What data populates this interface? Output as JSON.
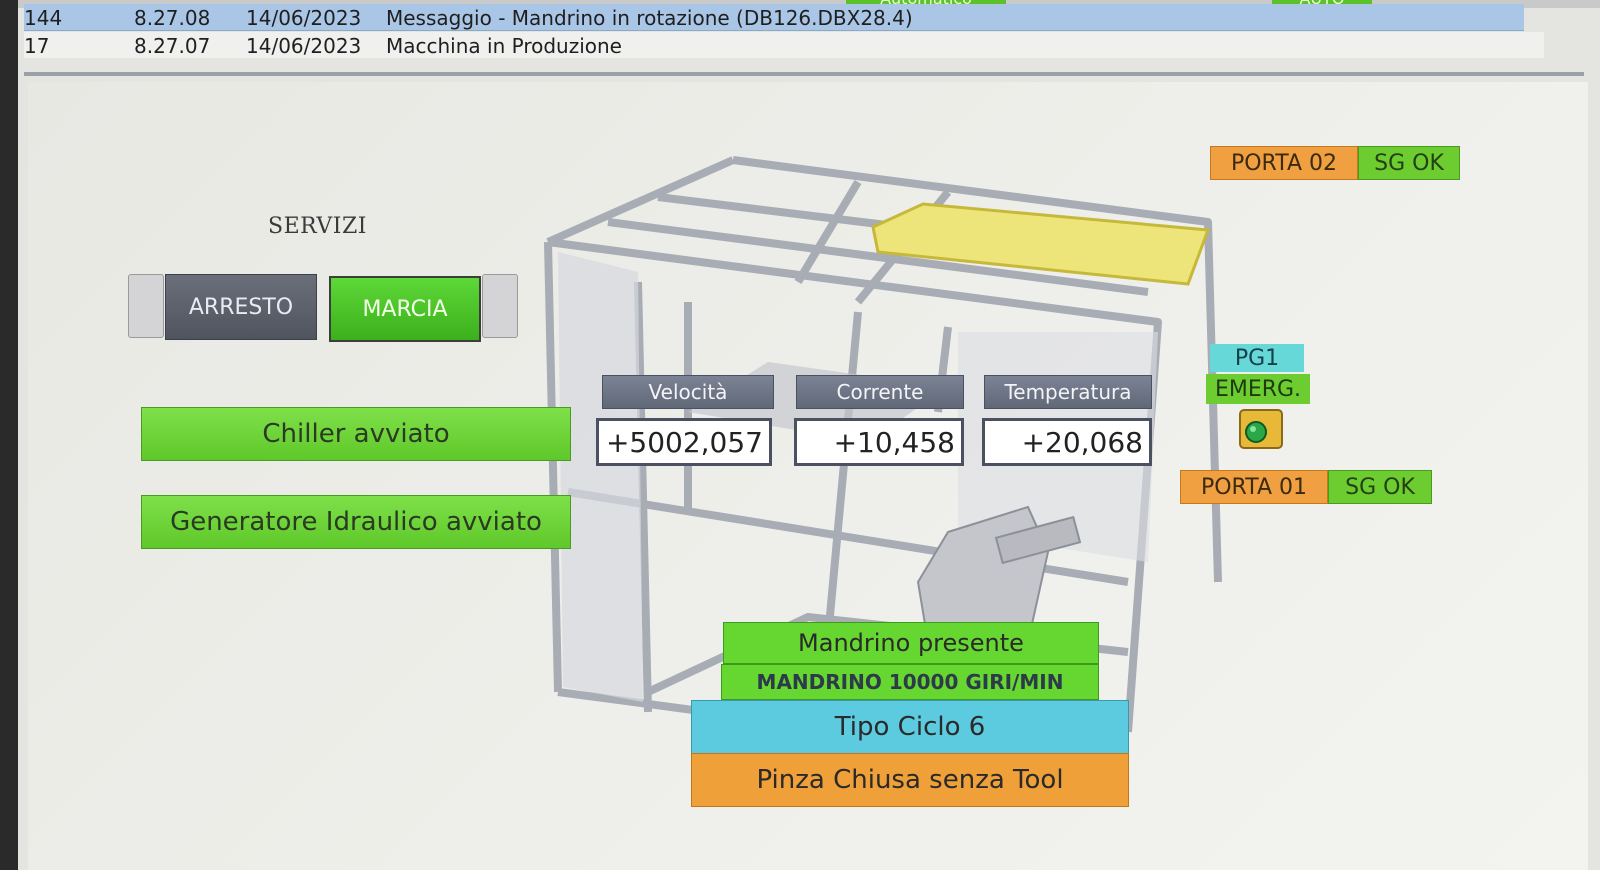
{
  "top_strip": {
    "mode_label": "Automatico",
    "auto_label": "AUTO"
  },
  "alarms": [
    {
      "num": "144",
      "code": "8.27.08",
      "date": "14/06/2023",
      "message": "Messaggio - Mandrino in rotazione (DB126.DBX28.4)"
    },
    {
      "num": "17",
      "code": "8.27.07",
      "date": "14/06/2023",
      "message": "Macchina in Produzione"
    }
  ],
  "servizi": {
    "title": "SERVIZI",
    "arresto_label": "ARRESTO",
    "marcia_label": "MARCIA"
  },
  "status": {
    "chiller": "Chiller avviato",
    "generatore": "Generatore Idraulico avviato"
  },
  "values": [
    {
      "label": "Velocità",
      "value": "+5002,057"
    },
    {
      "label": "Corrente",
      "value": "+10,458"
    },
    {
      "label": "Temperatura",
      "value": "+20,068"
    }
  ],
  "doors": {
    "porta02": {
      "label": "PORTA 02",
      "state": "SG OK"
    },
    "porta01": {
      "label": "PORTA 01",
      "state": "SG OK"
    }
  },
  "emergency": {
    "pg_label": "PG1",
    "emerg_label": "EMERG."
  },
  "bottom": {
    "mandrino_presente": "Mandrino presente",
    "mandrino_giri": "MANDRINO 10000 GIRI/MIN",
    "tipo_ciclo": "Tipo Ciclo 6",
    "pinza": "Pinza Chiusa senza Tool"
  },
  "colors": {
    "status_green": "#6ccc30",
    "door_orange": "#f0a040",
    "cycle_cyan": "#5ccbe0",
    "alarm_row_blue": "#aac6e6"
  }
}
